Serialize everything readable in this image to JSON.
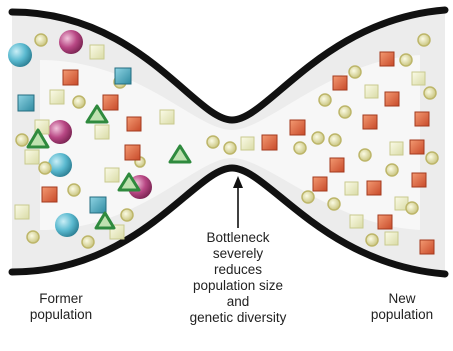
{
  "labels": {
    "former": [
      "Former",
      "population"
    ],
    "new": [
      "New",
      "population"
    ],
    "bottleneck": [
      "Bottleneck",
      "severely",
      "reduces",
      "population size",
      "and",
      "genetic diversity"
    ]
  },
  "colors": {
    "bottle_fill": "#eeeeee",
    "bottle_outline": "#111111",
    "teal": "#4fb0c6",
    "magenta": "#b0407a",
    "orange": "#e0603a",
    "green": "#3e9a4c",
    "yellow": "#e3e6b8",
    "olive": "#c8c47a",
    "arrow": "#111111"
  },
  "shapes": {
    "circle": "circle",
    "square": "square",
    "triangle": "triangle"
  },
  "icons": {
    "arrow": "up-arrow-icon"
  }
}
